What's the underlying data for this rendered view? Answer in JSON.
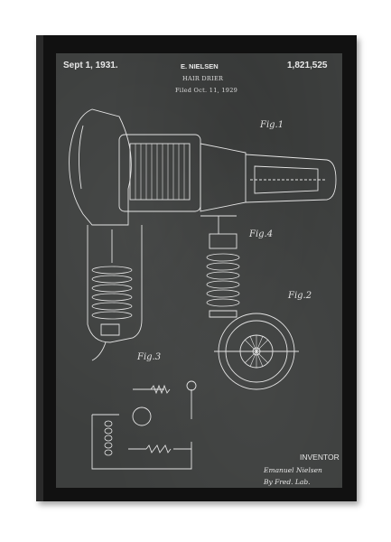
{
  "patent": {
    "date": "Sept 1, 1931.",
    "inventor_name": "E. NIELSEN",
    "number": "1,821,525",
    "title": "HAIR DRIER",
    "filed": "Filed Oct. 11, 1929"
  },
  "figures": {
    "fig1": "Fig.1",
    "fig2": "Fig.2",
    "fig3": "Fig.3",
    "fig4": "Fig.4"
  },
  "signature": {
    "label": "INVENTOR",
    "line1": "Emanuel Nielsen",
    "line2": "By Fred. Lab."
  },
  "colors": {
    "frame": "#111111",
    "board": "#3d3f3e",
    "chalk": "#e8e8e8"
  }
}
